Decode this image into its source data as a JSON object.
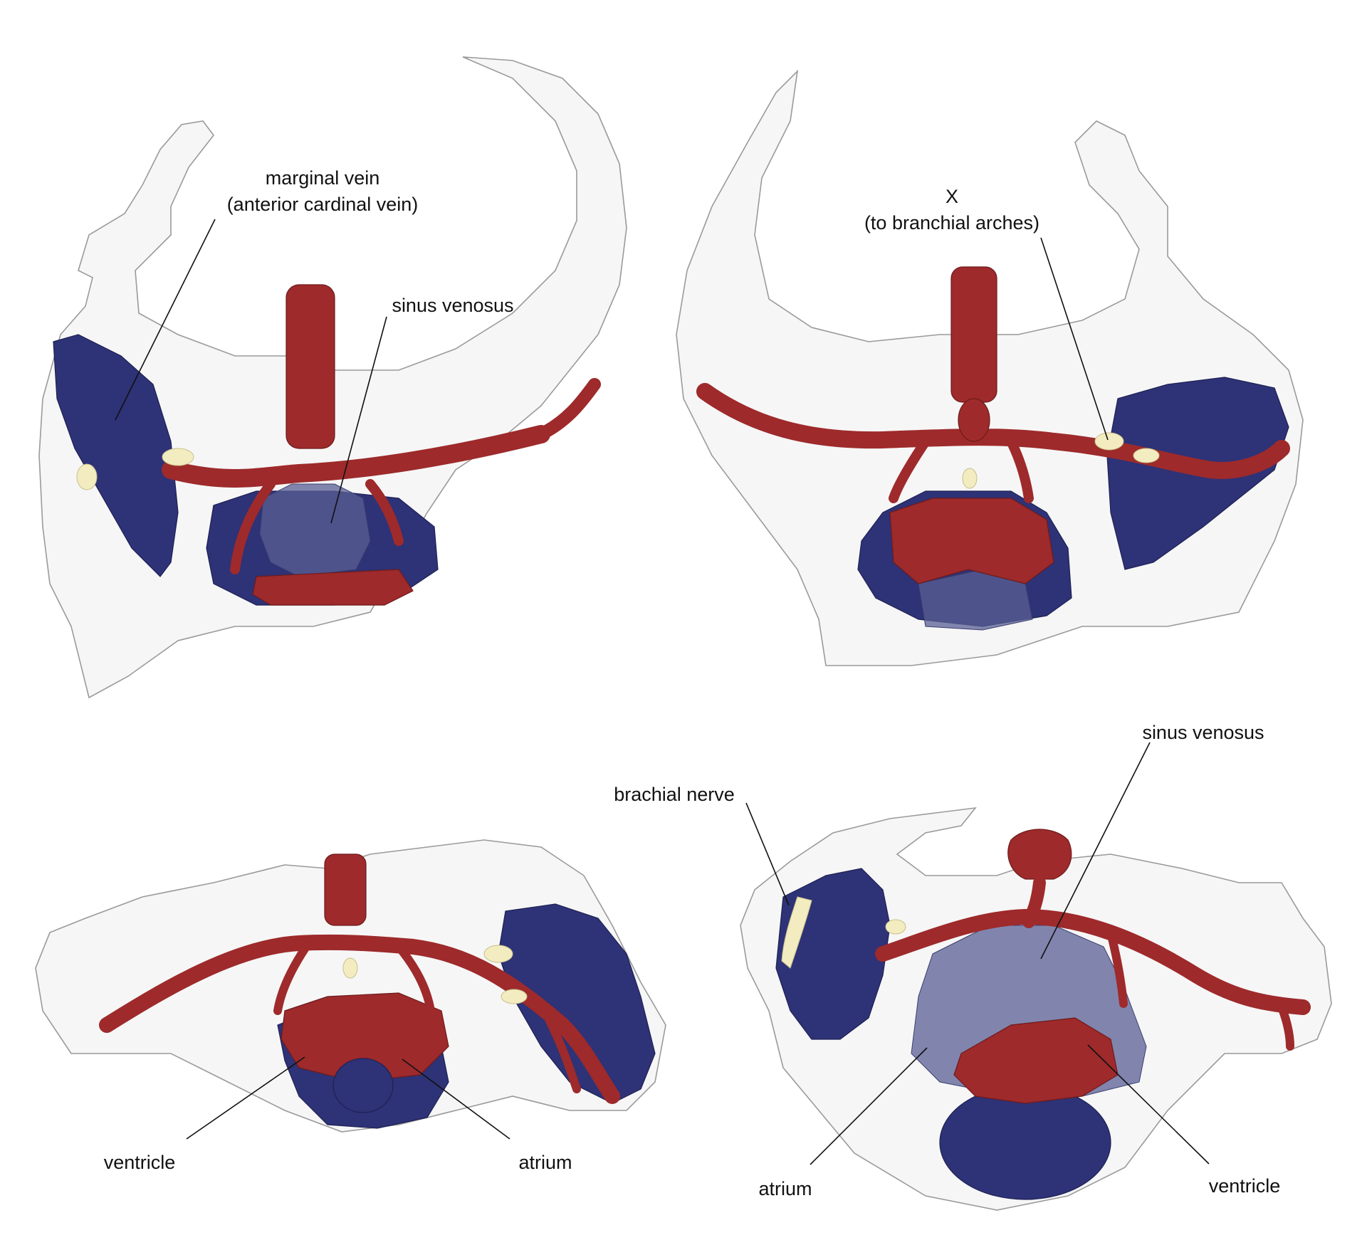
{
  "panels": {
    "top_left": {
      "labels": {
        "marginal_vein_line1": "marginal vein",
        "marginal_vein_line2": "(anterior cardinal vein)",
        "sinus_venosus": "sinus venosus"
      }
    },
    "top_right": {
      "labels": {
        "x_line1": "X",
        "x_line2": "(to branchial arches)"
      }
    },
    "bottom_left": {
      "labels": {
        "ventricle": "ventricle",
        "atrium": "atrium"
      }
    },
    "bottom_right": {
      "labels": {
        "sinus_venosus": "sinus venosus",
        "brachial_nerve": "brachial nerve",
        "atrium": "atrium",
        "ventricle": "ventricle"
      }
    }
  },
  "colors": {
    "vessels_red": "#9e2a2b",
    "heart_blue": "#2e3276",
    "nerve_cream": "#f2ecc0",
    "tissue_gray": "#eeeeee"
  }
}
